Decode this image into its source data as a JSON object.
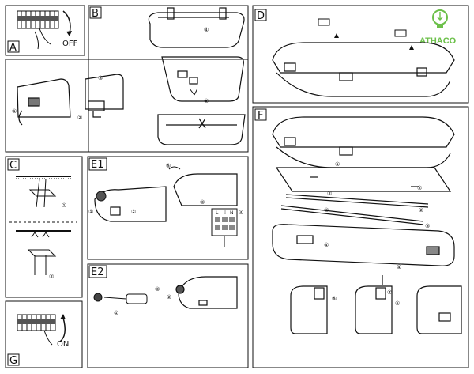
{
  "brand": {
    "name": "ATHACO",
    "color": "#6cc04a",
    "icon": "light-bulb-icon"
  },
  "panels": {
    "A": {
      "label": "A",
      "switch_text": "OFF"
    },
    "B": {
      "label": "B"
    },
    "C": {
      "label": "C"
    },
    "D": {
      "label": "D"
    },
    "E1": {
      "label": "E1"
    },
    "E2": {
      "label": "E2"
    },
    "F": {
      "label": "F"
    },
    "G": {
      "label": "G",
      "switch_text": "ON"
    }
  },
  "terminal_labels": [
    "L",
    "⏚",
    "N"
  ],
  "steps": {
    "b1": "①",
    "b2": "②",
    "b3": "③",
    "b4": "④",
    "b5": "⑤",
    "c1": "①",
    "c2": "②",
    "e1_1": "①",
    "e1_2": "②",
    "e1_3": "③",
    "e1_4": "④",
    "e1_5": "⑤",
    "e2_1": "①",
    "e2_2": "②",
    "e2_3": "③",
    "f1": "①",
    "f2": "②",
    "f3": "③",
    "f4": "④",
    "f5": "⑤",
    "f6": "⑥",
    "f7": "⑦",
    "f2b": "②",
    "f3b": "③",
    "f4b": "④"
  },
  "colors": {
    "line": "#111111",
    "background": "#ffffff",
    "shade": "#888888"
  }
}
